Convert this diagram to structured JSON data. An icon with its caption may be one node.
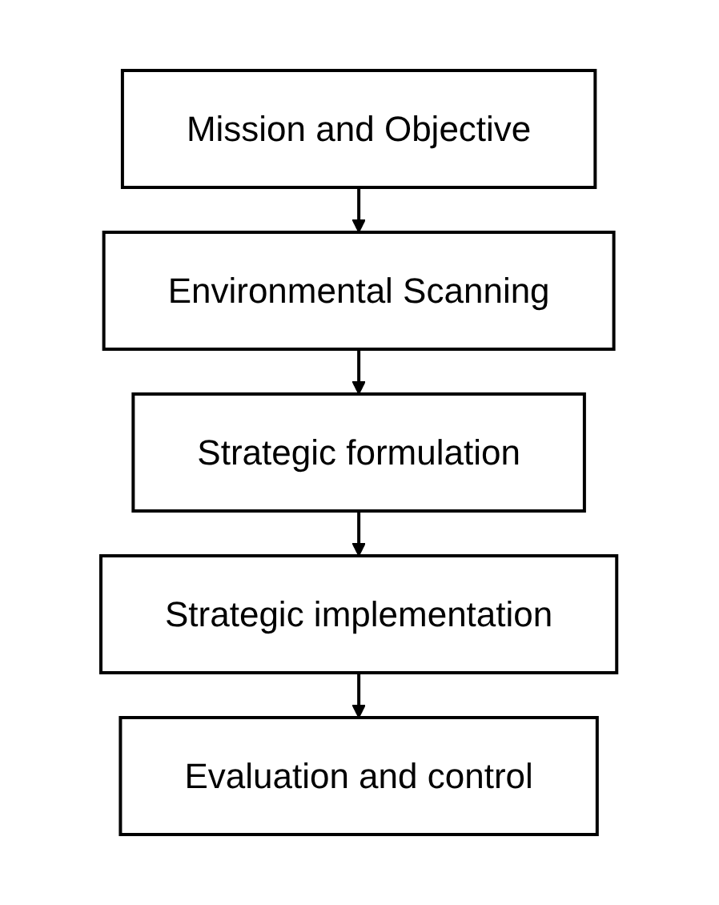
{
  "diagram": {
    "nodes": [
      {
        "text": [
          "Mission and Objective"
        ]
      },
      {
        "text": [
          "Environmental Scanning"
        ]
      },
      {
        "text": [
          "Strategic formulation"
        ]
      },
      {
        "text": [
          "Strategic implementation"
        ]
      },
      {
        "text": [
          "Evaluation and control"
        ]
      }
    ],
    "edges": [
      {
        "from": 0,
        "to": 1,
        "arrow": "to"
      },
      {
        "from": 1,
        "to": 2,
        "arrow": "to"
      },
      {
        "from": 2,
        "to": 3,
        "arrow": "to"
      },
      {
        "from": 3,
        "to": 4,
        "arrow": "to"
      }
    ]
  }
}
